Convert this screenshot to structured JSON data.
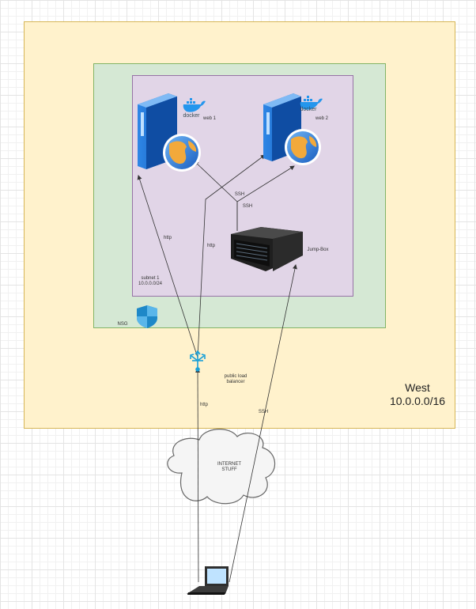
{
  "diagram": {
    "region": {
      "name": "West",
      "cidr": "10.0.0.0/16"
    },
    "subnet": {
      "name": "subnet 1",
      "cidr": "10.0.0.0/24"
    },
    "nsg_label": "NSG",
    "docker_text": "docker",
    "nodes": {
      "web1": "web 1",
      "web2": "web 2",
      "jumpbox": "Jump-Box",
      "load_balancer": [
        "public load",
        "balancer"
      ],
      "internet": [
        "INTERNET",
        "STUFF"
      ]
    },
    "edges": {
      "lb_to_web1": "http",
      "lb_to_web2": "http",
      "laptop_to_lb": "http",
      "laptop_to_jumpbox": "SSH",
      "jumpbox_to_web1": "SSH",
      "jumpbox_to_web2": "SSH"
    },
    "colors": {
      "region_fill": "#fff2cc",
      "vnet_fill": "#d5e8d4",
      "subnet_fill": "#e1d5e7",
      "server_blue": "#1a6fd6",
      "edge": "#333333"
    }
  }
}
